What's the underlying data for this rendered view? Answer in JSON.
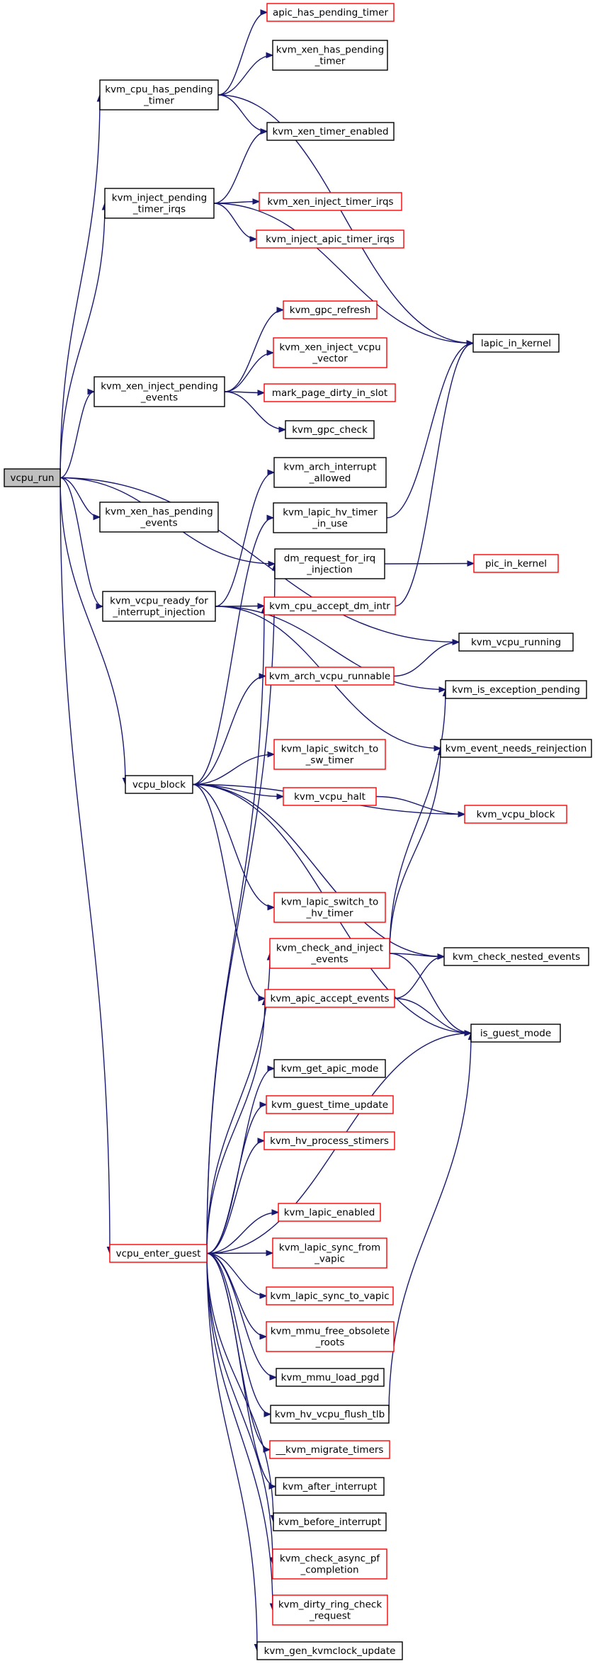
{
  "colors": {
    "edge": "#191970",
    "documented_border": "#000000",
    "undocumented_border": "#ff0000",
    "root_fill": "#bfbfbf",
    "node_fill": "#ffffff"
  },
  "nodes": [
    {
      "id": "vcpu_run",
      "lines": [
        "vcpu_run"
      ],
      "kind": "root"
    },
    {
      "id": "kvm_cpu_has_pending_timer",
      "lines": [
        "kvm_cpu_has_pending",
        "_timer"
      ],
      "kind": "normal"
    },
    {
      "id": "kvm_inject_pending_timer_irqs",
      "lines": [
        "kvm_inject_pending",
        "_timer_irqs"
      ],
      "kind": "normal"
    },
    {
      "id": "kvm_xen_inject_pending_events",
      "lines": [
        "kvm_xen_inject_pending",
        "_events"
      ],
      "kind": "normal"
    },
    {
      "id": "kvm_xen_has_pending_events",
      "lines": [
        "kvm_xen_has_pending",
        "_events"
      ],
      "kind": "normal"
    },
    {
      "id": "kvm_vcpu_ready_for_interrupt_injection",
      "lines": [
        "kvm_vcpu_ready_for",
        "_interrupt_injection"
      ],
      "kind": "normal"
    },
    {
      "id": "vcpu_block",
      "lines": [
        "vcpu_block"
      ],
      "kind": "normal"
    },
    {
      "id": "vcpu_enter_guest",
      "lines": [
        "vcpu_enter_guest"
      ],
      "kind": "red"
    },
    {
      "id": "apic_has_pending_timer",
      "lines": [
        "apic_has_pending_timer"
      ],
      "kind": "red"
    },
    {
      "id": "kvm_xen_has_pending_timer",
      "lines": [
        "kvm_xen_has_pending",
        "_timer"
      ],
      "kind": "normal"
    },
    {
      "id": "kvm_xen_timer_enabled",
      "lines": [
        "kvm_xen_timer_enabled"
      ],
      "kind": "normal"
    },
    {
      "id": "kvm_xen_inject_timer_irqs",
      "lines": [
        "kvm_xen_inject_timer_irqs"
      ],
      "kind": "red"
    },
    {
      "id": "kvm_inject_apic_timer_irqs",
      "lines": [
        "kvm_inject_apic_timer_irqs"
      ],
      "kind": "red"
    },
    {
      "id": "kvm_gpc_refresh",
      "lines": [
        "kvm_gpc_refresh"
      ],
      "kind": "red"
    },
    {
      "id": "kvm_xen_inject_vcpu_vector",
      "lines": [
        "kvm_xen_inject_vcpu",
        "_vector"
      ],
      "kind": "red"
    },
    {
      "id": "mark_page_dirty_in_slot",
      "lines": [
        "mark_page_dirty_in_slot"
      ],
      "kind": "red"
    },
    {
      "id": "kvm_gpc_check",
      "lines": [
        "kvm_gpc_check"
      ],
      "kind": "normal"
    },
    {
      "id": "kvm_arch_interrupt_allowed",
      "lines": [
        "kvm_arch_interrupt",
        "_allowed"
      ],
      "kind": "normal"
    },
    {
      "id": "kvm_lapic_hv_timer_in_use",
      "lines": [
        "kvm_lapic_hv_timer",
        "_in_use"
      ],
      "kind": "normal"
    },
    {
      "id": "dm_request_for_irq_injection",
      "lines": [
        "dm_request_for_irq",
        "_injection"
      ],
      "kind": "normal"
    },
    {
      "id": "kvm_cpu_accept_dm_intr",
      "lines": [
        "kvm_cpu_accept_dm_intr"
      ],
      "kind": "red"
    },
    {
      "id": "kvm_arch_vcpu_runnable",
      "lines": [
        "kvm_arch_vcpu_runnable"
      ],
      "kind": "red"
    },
    {
      "id": "kvm_lapic_switch_to_sw_timer",
      "lines": [
        "kvm_lapic_switch_to",
        "_sw_timer"
      ],
      "kind": "red"
    },
    {
      "id": "kvm_vcpu_halt",
      "lines": [
        "kvm_vcpu_halt"
      ],
      "kind": "red"
    },
    {
      "id": "kvm_lapic_switch_to_hv_timer",
      "lines": [
        "kvm_lapic_switch_to",
        "_hv_timer"
      ],
      "kind": "red"
    },
    {
      "id": "kvm_check_and_inject_events",
      "lines": [
        "kvm_check_and_inject",
        "_events"
      ],
      "kind": "red"
    },
    {
      "id": "kvm_apic_accept_events",
      "lines": [
        "kvm_apic_accept_events"
      ],
      "kind": "red"
    },
    {
      "id": "kvm_get_apic_mode",
      "lines": [
        "kvm_get_apic_mode"
      ],
      "kind": "normal"
    },
    {
      "id": "kvm_guest_time_update",
      "lines": [
        "kvm_guest_time_update"
      ],
      "kind": "red"
    },
    {
      "id": "kvm_hv_process_stimers",
      "lines": [
        "kvm_hv_process_stimers"
      ],
      "kind": "red"
    },
    {
      "id": "kvm_lapic_enabled",
      "lines": [
        "kvm_lapic_enabled"
      ],
      "kind": "red"
    },
    {
      "id": "kvm_lapic_sync_from_vapic",
      "lines": [
        "kvm_lapic_sync_from",
        "_vapic"
      ],
      "kind": "red"
    },
    {
      "id": "kvm_lapic_sync_to_vapic",
      "lines": [
        "kvm_lapic_sync_to_vapic"
      ],
      "kind": "red"
    },
    {
      "id": "kvm_mmu_free_obsolete_roots",
      "lines": [
        "kvm_mmu_free_obsolete",
        "_roots"
      ],
      "kind": "red"
    },
    {
      "id": "kvm_mmu_load_pgd",
      "lines": [
        "kvm_mmu_load_pgd"
      ],
      "kind": "normal"
    },
    {
      "id": "kvm_hv_vcpu_flush_tlb",
      "lines": [
        "kvm_hv_vcpu_flush_tlb"
      ],
      "kind": "normal"
    },
    {
      "id": "__kvm_migrate_timers",
      "lines": [
        "__kvm_migrate_timers"
      ],
      "kind": "red"
    },
    {
      "id": "kvm_after_interrupt",
      "lines": [
        "kvm_after_interrupt"
      ],
      "kind": "normal"
    },
    {
      "id": "kvm_before_interrupt",
      "lines": [
        "kvm_before_interrupt"
      ],
      "kind": "normal"
    },
    {
      "id": "kvm_check_async_pf_completion",
      "lines": [
        "kvm_check_async_pf",
        "_completion"
      ],
      "kind": "red"
    },
    {
      "id": "kvm_dirty_ring_check_request",
      "lines": [
        "kvm_dirty_ring_check",
        "_request"
      ],
      "kind": "red"
    },
    {
      "id": "kvm_gen_kvmclock_update",
      "lines": [
        "kvm_gen_kvmclock_update"
      ],
      "kind": "normal"
    },
    {
      "id": "lapic_in_kernel",
      "lines": [
        "lapic_in_kernel"
      ],
      "kind": "normal"
    },
    {
      "id": "pic_in_kernel",
      "lines": [
        "pic_in_kernel"
      ],
      "kind": "red"
    },
    {
      "id": "kvm_vcpu_running",
      "lines": [
        "kvm_vcpu_running"
      ],
      "kind": "normal"
    },
    {
      "id": "kvm_is_exception_pending",
      "lines": [
        "kvm_is_exception_pending"
      ],
      "kind": "normal"
    },
    {
      "id": "kvm_event_needs_reinjection",
      "lines": [
        "kvm_event_needs_reinjection"
      ],
      "kind": "normal"
    },
    {
      "id": "kvm_vcpu_block",
      "lines": [
        "kvm_vcpu_block"
      ],
      "kind": "red"
    },
    {
      "id": "kvm_check_nested_events",
      "lines": [
        "kvm_check_nested_events"
      ],
      "kind": "normal"
    },
    {
      "id": "is_guest_mode",
      "lines": [
        "is_guest_mode"
      ],
      "kind": "normal"
    }
  ],
  "edges": [
    [
      "vcpu_run",
      "kvm_cpu_has_pending_timer"
    ],
    [
      "vcpu_run",
      "kvm_inject_pending_timer_irqs"
    ],
    [
      "vcpu_run",
      "kvm_xen_inject_pending_events"
    ],
    [
      "vcpu_run",
      "kvm_xen_has_pending_events"
    ],
    [
      "vcpu_run",
      "kvm_vcpu_ready_for_interrupt_injection"
    ],
    [
      "vcpu_run",
      "vcpu_block"
    ],
    [
      "vcpu_run",
      "vcpu_enter_guest"
    ],
    [
      "vcpu_run",
      "dm_request_for_irq_injection"
    ],
    [
      "vcpu_run",
      "kvm_vcpu_running"
    ],
    [
      "kvm_cpu_has_pending_timer",
      "apic_has_pending_timer"
    ],
    [
      "kvm_cpu_has_pending_timer",
      "kvm_xen_has_pending_timer"
    ],
    [
      "kvm_cpu_has_pending_timer",
      "kvm_xen_timer_enabled"
    ],
    [
      "kvm_cpu_has_pending_timer",
      "lapic_in_kernel"
    ],
    [
      "kvm_inject_pending_timer_irqs",
      "kvm_xen_timer_enabled"
    ],
    [
      "kvm_inject_pending_timer_irqs",
      "kvm_xen_inject_timer_irqs"
    ],
    [
      "kvm_inject_pending_timer_irqs",
      "kvm_inject_apic_timer_irqs"
    ],
    [
      "kvm_inject_pending_timer_irqs",
      "lapic_in_kernel"
    ],
    [
      "kvm_xen_inject_pending_events",
      "kvm_gpc_refresh"
    ],
    [
      "kvm_xen_inject_pending_events",
      "kvm_xen_inject_vcpu_vector"
    ],
    [
      "kvm_xen_inject_pending_events",
      "mark_page_dirty_in_slot"
    ],
    [
      "kvm_xen_inject_pending_events",
      "kvm_gpc_check"
    ],
    [
      "kvm_vcpu_ready_for_interrupt_injection",
      "kvm_cpu_accept_dm_intr"
    ],
    [
      "kvm_vcpu_ready_for_interrupt_injection",
      "kvm_is_exception_pending"
    ],
    [
      "kvm_vcpu_ready_for_interrupt_injection",
      "kvm_event_needs_reinjection"
    ],
    [
      "kvm_vcpu_ready_for_interrupt_injection",
      "kvm_arch_interrupt_allowed"
    ],
    [
      "vcpu_block",
      "kvm_lapic_hv_timer_in_use"
    ],
    [
      "vcpu_block",
      "kvm_arch_vcpu_runnable"
    ],
    [
      "vcpu_block",
      "kvm_lapic_switch_to_sw_timer"
    ],
    [
      "vcpu_block",
      "kvm_vcpu_halt"
    ],
    [
      "vcpu_block",
      "kvm_vcpu_block"
    ],
    [
      "vcpu_block",
      "kvm_lapic_switch_to_hv_timer"
    ],
    [
      "vcpu_block",
      "kvm_apic_accept_events"
    ],
    [
      "vcpu_block",
      "kvm_check_nested_events"
    ],
    [
      "vcpu_block",
      "is_guest_mode"
    ],
    [
      "vcpu_enter_guest",
      "dm_request_for_irq_injection"
    ],
    [
      "vcpu_enter_guest",
      "kvm_cpu_accept_dm_intr"
    ],
    [
      "vcpu_enter_guest",
      "kvm_check_and_inject_events"
    ],
    [
      "vcpu_enter_guest",
      "kvm_apic_accept_events"
    ],
    [
      "vcpu_enter_guest",
      "kvm_get_apic_mode"
    ],
    [
      "vcpu_enter_guest",
      "kvm_guest_time_update"
    ],
    [
      "vcpu_enter_guest",
      "kvm_hv_process_stimers"
    ],
    [
      "vcpu_enter_guest",
      "kvm_lapic_enabled"
    ],
    [
      "vcpu_enter_guest",
      "kvm_lapic_sync_from_vapic"
    ],
    [
      "vcpu_enter_guest",
      "kvm_lapic_sync_to_vapic"
    ],
    [
      "vcpu_enter_guest",
      "kvm_mmu_free_obsolete_roots"
    ],
    [
      "vcpu_enter_guest",
      "kvm_mmu_load_pgd"
    ],
    [
      "vcpu_enter_guest",
      "kvm_hv_vcpu_flush_tlb"
    ],
    [
      "vcpu_enter_guest",
      "__kvm_migrate_timers"
    ],
    [
      "vcpu_enter_guest",
      "kvm_after_interrupt"
    ],
    [
      "vcpu_enter_guest",
      "kvm_before_interrupt"
    ],
    [
      "vcpu_enter_guest",
      "kvm_check_async_pf_completion"
    ],
    [
      "vcpu_enter_guest",
      "kvm_dirty_ring_check_request"
    ],
    [
      "vcpu_enter_guest",
      "kvm_gen_kvmclock_update"
    ],
    [
      "vcpu_enter_guest",
      "is_guest_mode"
    ],
    [
      "kvm_lapic_hv_timer_in_use",
      "lapic_in_kernel"
    ],
    [
      "dm_request_for_irq_injection",
      "pic_in_kernel"
    ],
    [
      "kvm_cpu_accept_dm_intr",
      "lapic_in_kernel"
    ],
    [
      "kvm_arch_vcpu_runnable",
      "kvm_vcpu_running"
    ],
    [
      "kvm_vcpu_halt",
      "kvm_vcpu_block"
    ],
    [
      "kvm_check_and_inject_events",
      "kvm_is_exception_pending"
    ],
    [
      "kvm_check_and_inject_events",
      "kvm_event_needs_reinjection"
    ],
    [
      "kvm_check_and_inject_events",
      "kvm_check_nested_events"
    ],
    [
      "kvm_check_and_inject_events",
      "is_guest_mode"
    ],
    [
      "kvm_apic_accept_events",
      "kvm_check_nested_events"
    ],
    [
      "kvm_apic_accept_events",
      "is_guest_mode"
    ],
    [
      "kvm_hv_vcpu_flush_tlb",
      "is_guest_mode"
    ]
  ]
}
